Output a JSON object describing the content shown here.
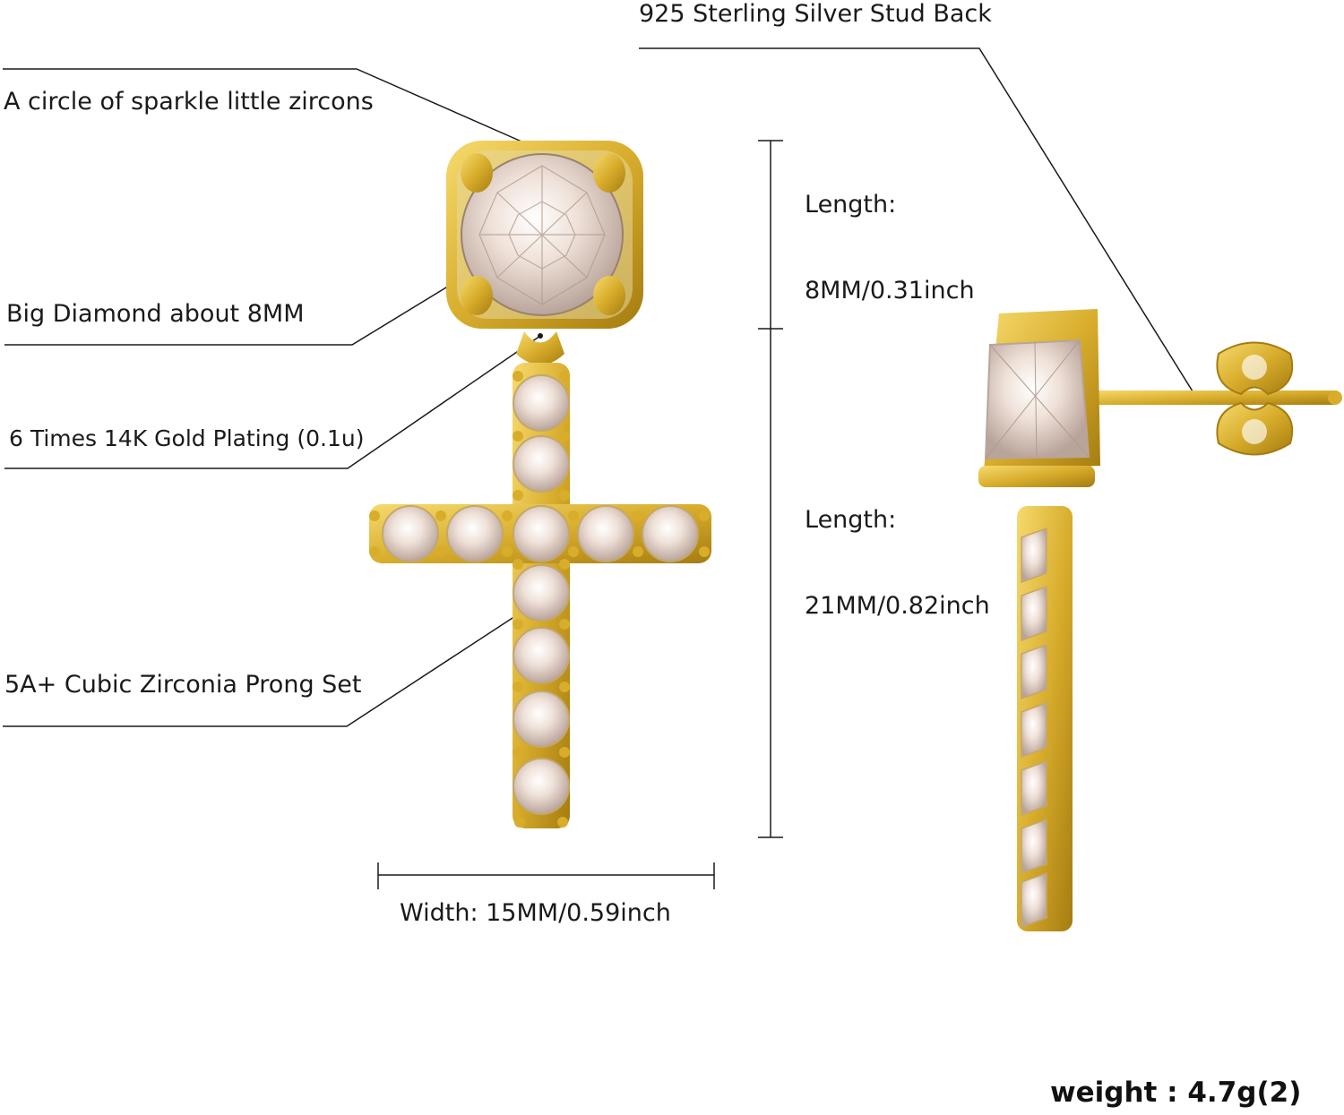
{
  "annotations": {
    "stud_back": "925 Sterling Silver Stud Back",
    "halo": "A circle of sparkle little zircons",
    "big_diamond": "Big Diamond about 8MM",
    "plating": "6 Times 14K Gold Plating (0.1u)",
    "prong_set": "5A+ Cubic Zirconia Prong Set"
  },
  "dimensions": {
    "stud_length_label": "Length:",
    "stud_length_value": "8MM/0.31inch",
    "cross_length_label": "Length:",
    "cross_length_value": "21MM/0.82inch",
    "width": "Width: 15MM/0.59inch"
  },
  "weight": "weight : 4.7g(2)",
  "colors": {
    "gold": "#d8ad2c",
    "gold_dark": "#a57c10",
    "stone": "#e9d9cf",
    "line": "#1a1a1a",
    "background": "#ffffff"
  }
}
